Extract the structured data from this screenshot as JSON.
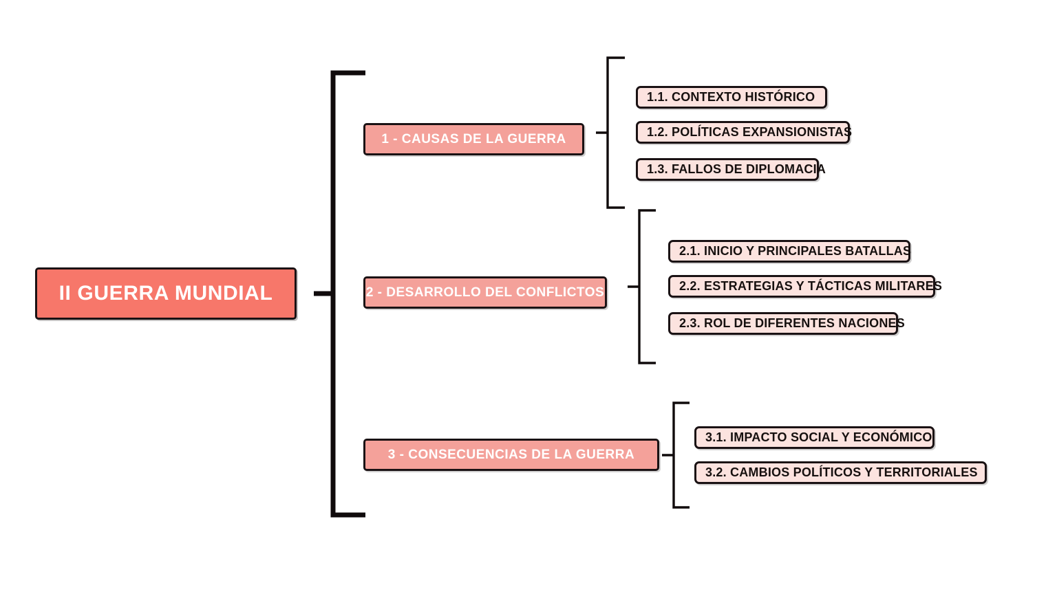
{
  "diagram": {
    "type": "mind-map",
    "orientation": "left-to-right",
    "background_color": "#FFFFFF",
    "colors": {
      "root_fill": "#F7776A",
      "branch_fill": "#F4A19A",
      "leaf_fill": "#FCE3DF",
      "outline": "#1A1214",
      "root_text": "#FFFFFF",
      "branch_text": "#FFFFFF",
      "leaf_text": "#16100F"
    },
    "root": {
      "label": "II GUERRA MUNDIAL"
    },
    "branches": [
      {
        "label": "1 - CAUSAS DE LA GUERRA",
        "children": [
          {
            "label": "1.1. CONTEXTO HISTÓRICO"
          },
          {
            "label": "1.2. POLÍTICAS EXPANSIONISTAS"
          },
          {
            "label": "1.3. FALLOS DE DIPLOMACIA"
          }
        ]
      },
      {
        "label": "2 - DESARROLLO DEL CONFLICTOS",
        "children": [
          {
            "label": "2.1. INICIO Y PRINCIPALES BATALLAS"
          },
          {
            "label": "2.2. ESTRATEGIAS Y TÁCTICAS MILITARES"
          },
          {
            "label": "2.3. ROL DE DIFERENTES NACIONES"
          }
        ]
      },
      {
        "label": "3 - CONSECUENCIAS DE LA GUERRA",
        "children": [
          {
            "label": "3.1. IMPACTO SOCIAL Y ECONÓMICO"
          },
          {
            "label": "3.2. CAMBIOS POLÍTICOS Y TERRITORIALES"
          }
        ]
      }
    ]
  }
}
